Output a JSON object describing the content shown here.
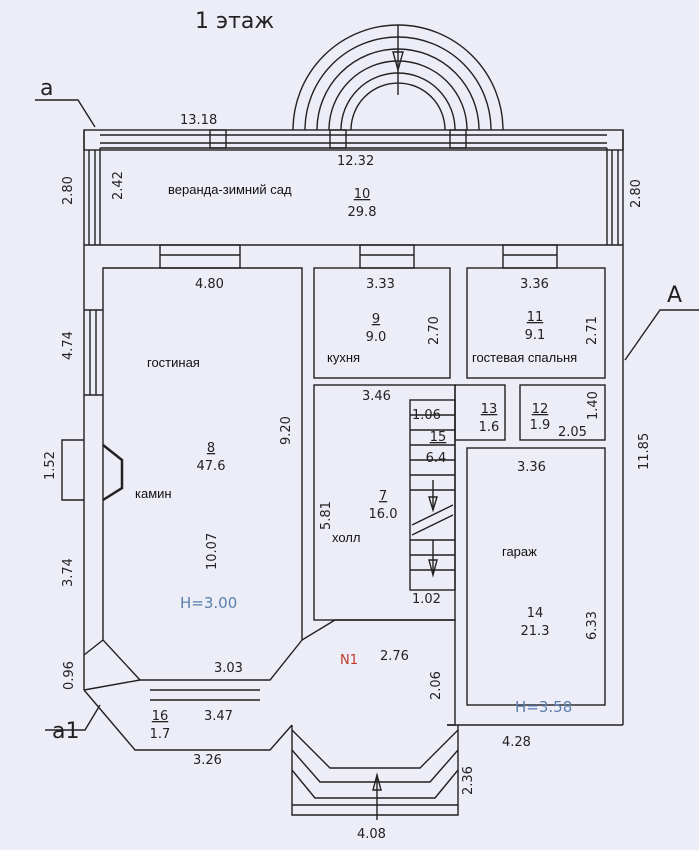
{
  "title": "1 этаж",
  "axis_marks": {
    "a": "a",
    "a1": "a1",
    "A": "A"
  },
  "entrance_label": "N1",
  "colors": {
    "lines": "#222222",
    "height_labels": "#5a7eae",
    "entrance": "#c0392b",
    "paper": "#ecedf6"
  },
  "rooms": [
    {
      "name": "веранда-зимний сад",
      "number": "10",
      "area": "29.8"
    },
    {
      "name": "кухня",
      "number": "9",
      "area": "9.0"
    },
    {
      "name": "гостевая спальня",
      "number": "11",
      "area": "9.1"
    },
    {
      "name": "гостиная",
      "number": "8",
      "area": "47.6",
      "height": "H=3.00"
    },
    {
      "name": "камин"
    },
    {
      "name": "холл",
      "number": "7",
      "area": "16.0"
    },
    {
      "number": "13",
      "area": "1.6"
    },
    {
      "number": "12",
      "area": "1.9"
    },
    {
      "number": "15",
      "area": "6.4"
    },
    {
      "name": "гараж",
      "number": "14",
      "area": "21.3",
      "height": "H=3.58"
    },
    {
      "number": "16",
      "area": "1.7"
    }
  ],
  "dimensions": {
    "d1318": "13.18",
    "d1232": "12.32",
    "d280l": "2.80",
    "d242": "2.42",
    "d280r": "2.80",
    "d480": "4.80",
    "d333": "3.33",
    "d270": "2.70",
    "d336a": "3.36",
    "d271": "2.71",
    "d474": "4.74",
    "d920": "9.20",
    "d346": "3.46",
    "d106": "1.06",
    "d140": "1.40",
    "d205": "2.05",
    "d152": "1.52",
    "d1185": "11.85",
    "d581": "5.81",
    "d336b": "3.36",
    "d1007": "10.07",
    "d374": "3.74",
    "d102": "1.02",
    "d633": "6.33",
    "d276": "2.76",
    "d303": "3.03",
    "d096": "0.96",
    "d206": "2.06",
    "d347": "3.47",
    "d428": "4.28",
    "d326": "3.26",
    "d236": "2.36",
    "d408": "4.08"
  }
}
